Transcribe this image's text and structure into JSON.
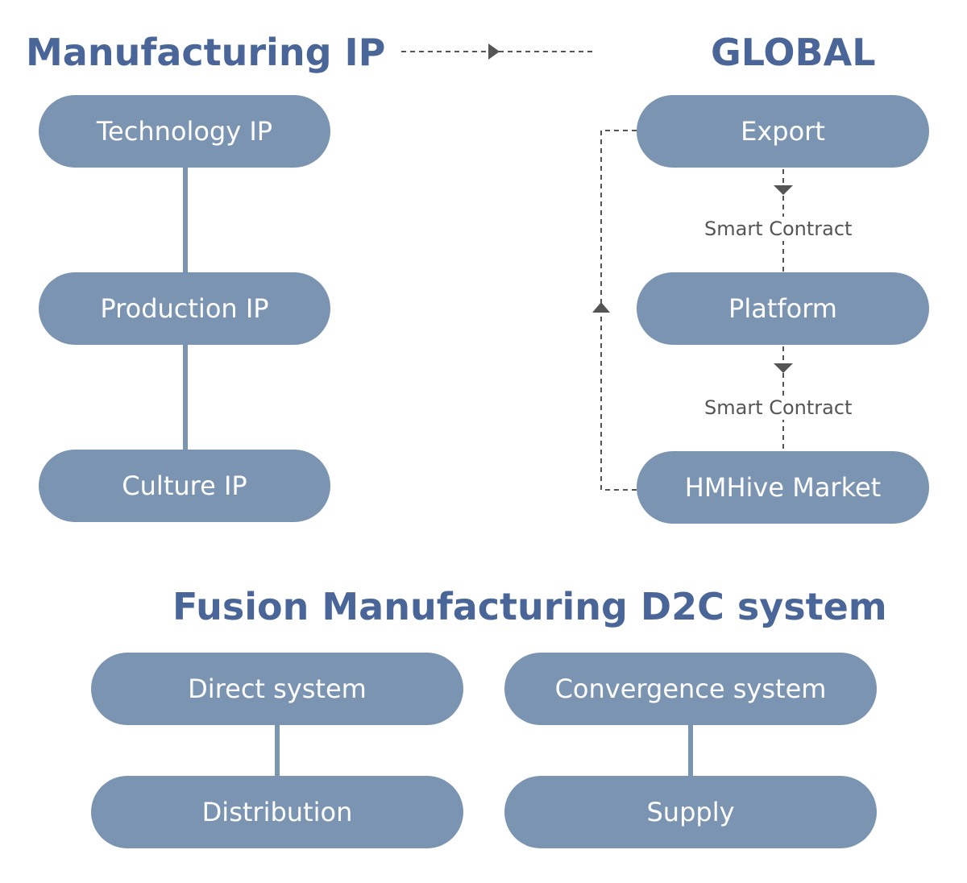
{
  "manufacturing_ip": {
    "title": "Manufacturing IP",
    "items": [
      "Technology IP",
      "Production IP",
      "Culture IP"
    ]
  },
  "global": {
    "title": "GLOBAL",
    "items": [
      "Export",
      "Platform",
      "HMHive Market"
    ],
    "connector_labels": [
      "Smart Contract",
      "Smart Contract"
    ]
  },
  "fusion": {
    "title": "Fusion Manufacturing D2C system",
    "direct": {
      "top": "Direct system",
      "bottom": "Distribution"
    },
    "convergence": {
      "top": "Convergence system",
      "bottom": "Supply"
    }
  },
  "colors": {
    "pill": "#7b94b2",
    "heading": "#4a6699",
    "connector": "#7b94b2",
    "dashed": "#555555"
  }
}
